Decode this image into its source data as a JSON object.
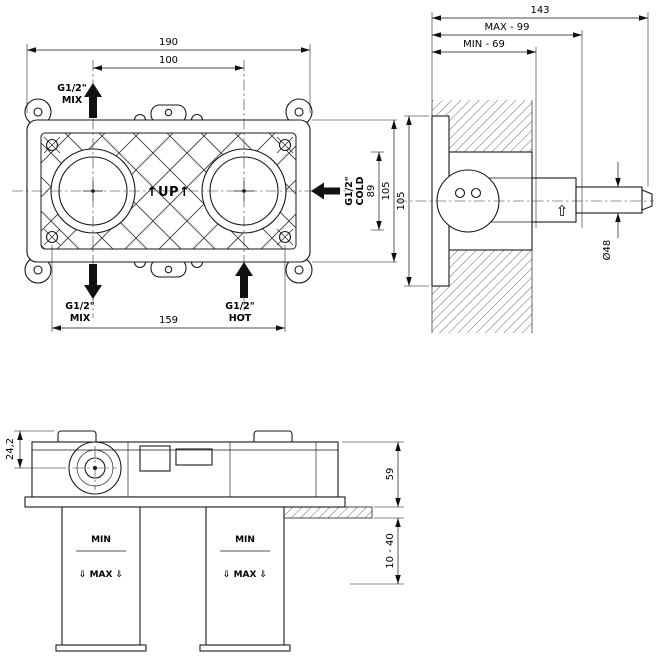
{
  "front_view": {
    "dim_width_total": "190",
    "dim_port_spacing": "100",
    "dim_bottom_holes": "159",
    "dim_height": "105",
    "dim_cold_height": "89",
    "up_marker": "↑UP↑",
    "port_top": {
      "size": "G1/2\"",
      "name": "MIX"
    },
    "port_right": {
      "size": "G1/2\"",
      "name": "COLD"
    },
    "port_bottom_left": {
      "size": "G1/2\"",
      "name": "MIX"
    },
    "port_bottom_right": {
      "size": "G1/2\"",
      "name": "HOT"
    }
  },
  "side_view": {
    "dim_total_depth": "143",
    "dim_depth_max": "MAX - 99",
    "dim_depth_min": "MIN - 69",
    "dim_height": "105",
    "dim_pipe_diameter": "Ø48",
    "up_marker": "⇧"
  },
  "bottom_view": {
    "dim_center_offset": "24,2",
    "dim_body_height": "59",
    "dim_plaster_range": "10 - 40",
    "left_guide": {
      "min_label": "MIN",
      "max_label": "⇩ MAX ⇩"
    },
    "right_guide": {
      "min_label": "MIN",
      "max_label": "⇩ MAX ⇩"
    }
  }
}
